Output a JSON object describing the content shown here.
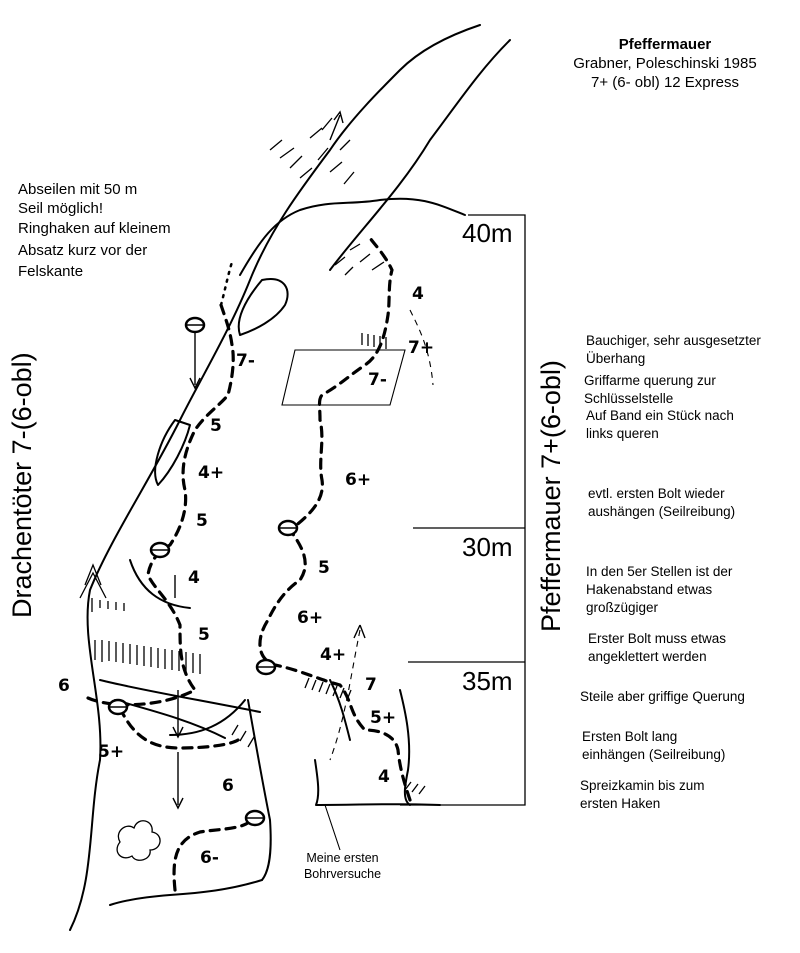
{
  "header": {
    "title": "Pfeffermauer",
    "first_ascent": "Grabner, Poleschinski 1985",
    "grade_summary": "7+ (6- obl) 12 Express"
  },
  "rappel_note": [
    "Abseilen mit 50 m",
    "Seil möglich!",
    "Ringhaken auf kleinem",
    "Absatz kurz vor der",
    "Felskante"
  ],
  "route_notes": [
    "Bauchiger, sehr ausgesetzter",
    "Überhang",
    "Griffarme querung zur",
    "Schlüsselstelle",
    "Auf Band ein Stück nach",
    "links queren",
    "evtl. ersten Bolt wieder",
    "aushängen (Seilreibung)",
    "In den 5er Stellen ist der",
    "Hakenabstand etwas",
    "großzügiger",
    "Erster Bolt muss etwas",
    "angeklettert werden",
    "Steile aber griffige Querung",
    "Ersten Bolt lang",
    "einhängen (Seilreibung)",
    "Spreizkamin bis zum",
    "ersten Haken"
  ],
  "distances": [
    "40m",
    "30m",
    "35m"
  ],
  "routes": {
    "left": "Drachentöter 7-(6-obl)",
    "right": "Pfeffermauer 7+(6-obl)"
  },
  "grades": [
    "4",
    "7+",
    "7-",
    "7-",
    "5",
    "4+",
    "5",
    "6+",
    "5",
    "4",
    "6+",
    "5",
    "4+",
    "6",
    "7",
    "5+",
    "5+",
    "4",
    "6",
    "6-"
  ],
  "caption": [
    "Meine ersten",
    "Bohrversuche"
  ]
}
